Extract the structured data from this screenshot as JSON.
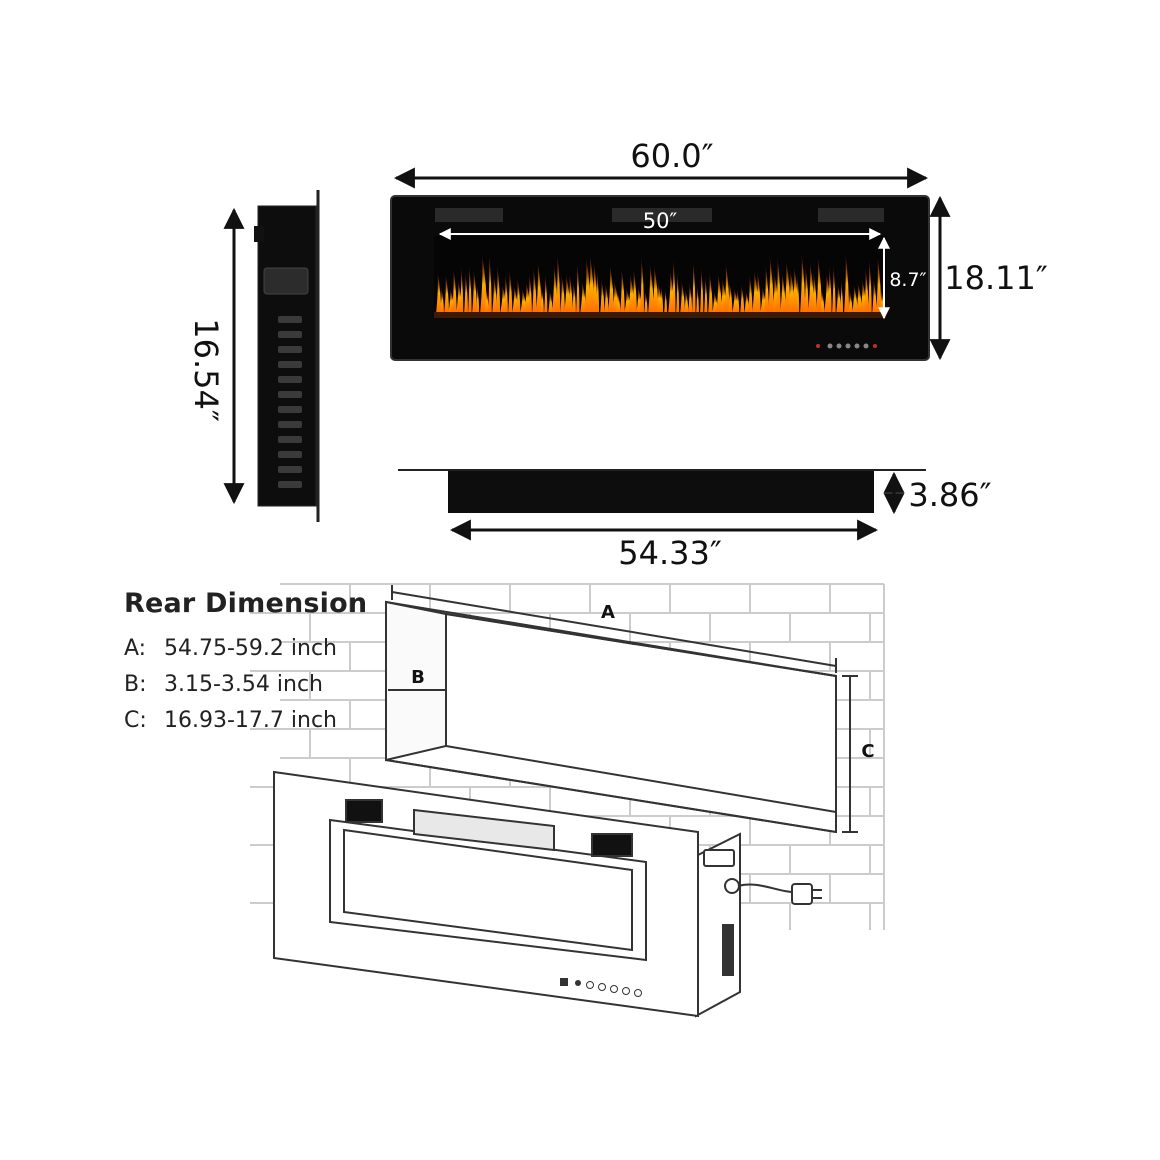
{
  "dimensions": {
    "overall_width": "60.0″",
    "viewing_width": "50″",
    "flame_height": "8.7″",
    "overall_height": "18.11″",
    "side_height": "16.54″",
    "depth": "3.86″",
    "body_width": "54.33″"
  },
  "rear": {
    "title": "Rear Dimension",
    "rows": [
      {
        "key": "A:",
        "value": "54.75-59.2 inch"
      },
      {
        "key": "B:",
        "value": "3.15-3.54 inch"
      },
      {
        "key": "C:",
        "value": "16.93-17.7 inch"
      }
    ],
    "labels": {
      "a": "A",
      "b": "B",
      "c": "C"
    }
  }
}
